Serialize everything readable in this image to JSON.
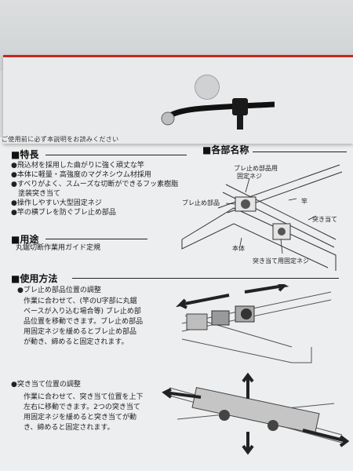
{
  "header": {
    "note": "ご使用前に必ず本説明をお読みください"
  },
  "features": {
    "title": "■特長",
    "items": [
      "●飛込材を採用した曲がりに強く頑丈な竿",
      "●本体に軽量・高強度のマグネシウム材採用",
      "●すべりがよく、スムーズな切断ができるフッ素樹脂",
      "　塗装突き当て",
      "●操作しやすい大型固定ネジ",
      "●竿の横ブレを防ぐブレ止め部品"
    ]
  },
  "parts": {
    "title": "■各部名称",
    "labels": {
      "bure_pos": "ブレ止め部品用",
      "bure_pos2": "固定ネジ",
      "bure": "ブレ止め部品",
      "sao": "竿",
      "tsukiate": "突き当て",
      "hontai": "本体",
      "tsukiate_screw": "突き当て用固定ネジ"
    }
  },
  "usage_purpose": {
    "title": "■用途",
    "text": "丸鋸切断作業用ガイド定規"
  },
  "method": {
    "title": "■使用方法",
    "step1_title": "●ブレ止め部品位置の調整",
    "step1_text": "作業に合わせて、(竿のU字部に丸鋸\nベースが入り込む場合等) ブレ止め部\n品位置を移動できます。ブレ止め部品\n用固定ネジを緩めるとブレ止め部品\nが動き、締めると固定されます。",
    "step2_title": "●突き当て位置の調整",
    "step2_text": "作業に合わせて、突き当て位置を上下\n左右に移動できます。2つの突き当て\n用固定ネジを緩めると突き当てが動\nき、締めると固定されます。"
  },
  "colors": {
    "accent": "#c8261e",
    "text": "#222222"
  }
}
